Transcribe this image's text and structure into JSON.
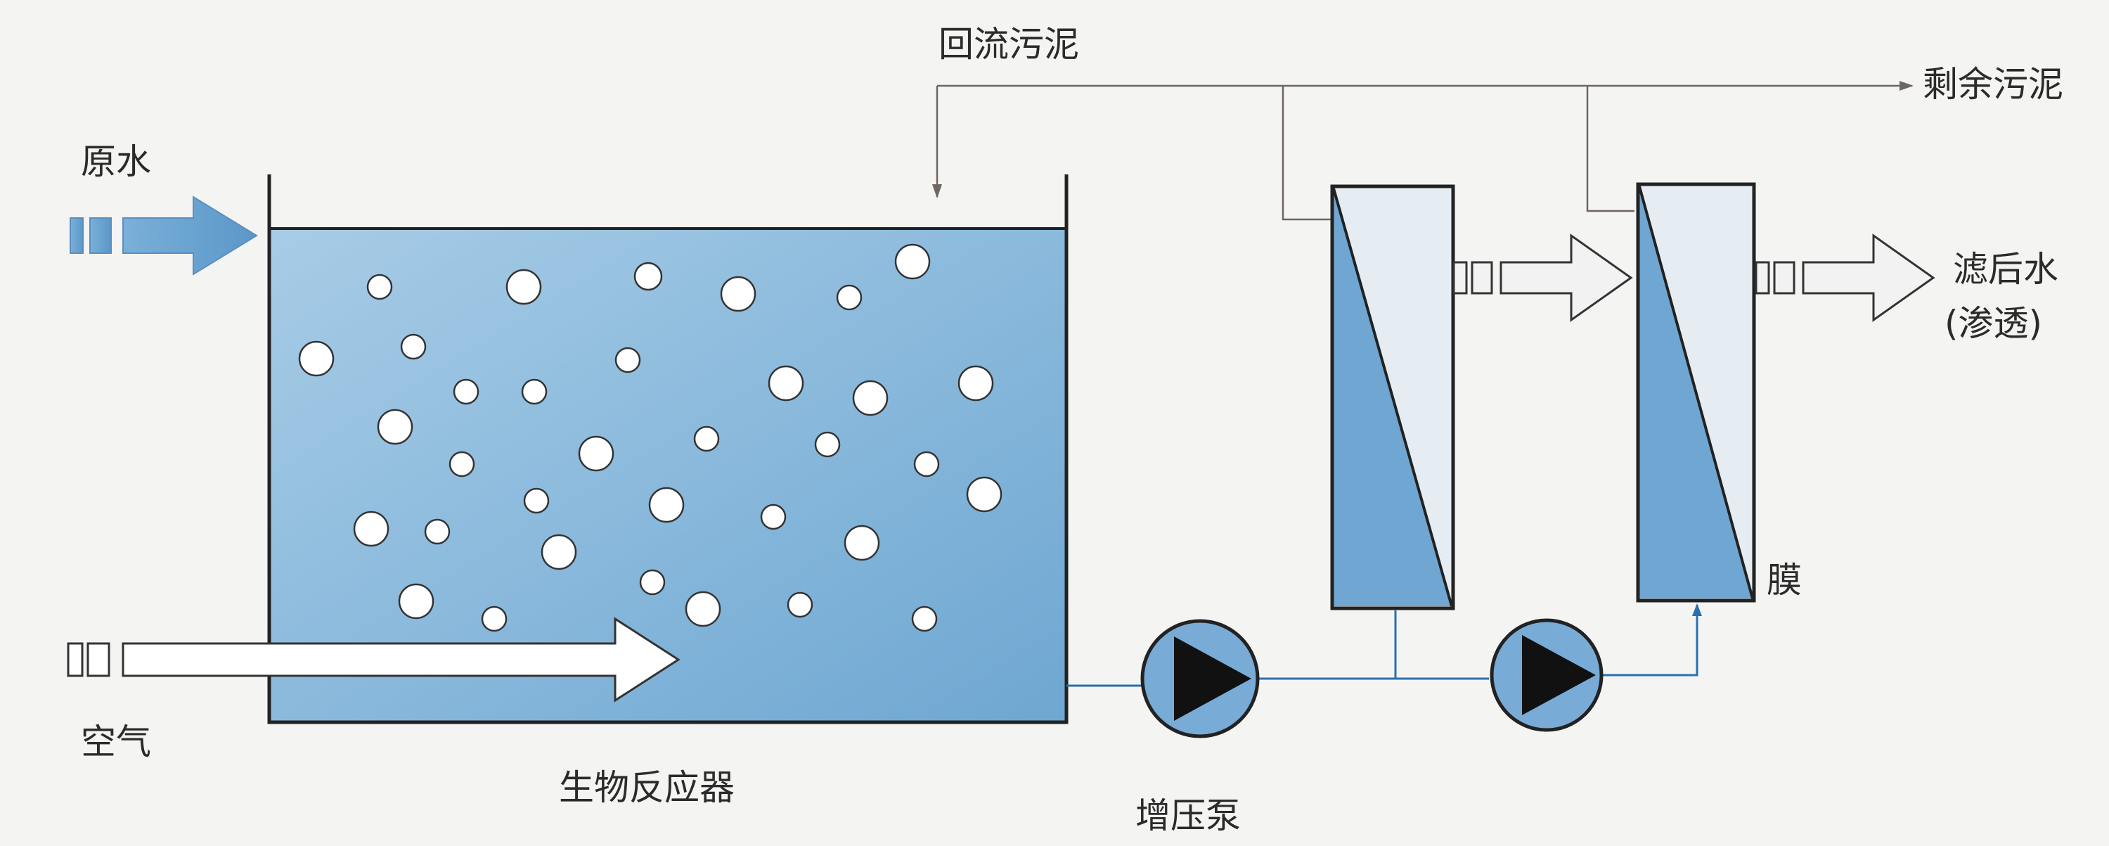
{
  "labels": {
    "raw_water": "原水",
    "air": "空气",
    "bioreactor": "生物反应器",
    "return_sludge": "回流污泥",
    "excess_sludge": "剩余污泥",
    "booster_pump": "增压泵",
    "membrane": "膜",
    "filtrate_line1": "滤后水",
    "filtrate_line2": "(渗透)"
  },
  "colors": {
    "water": "#7fb3d9",
    "water_light": "#a9cde8",
    "membrane_blue": "#6fa6d2",
    "membrane_light": "#e6edf2",
    "line_blue": "#2a6fb0",
    "outline": "#222222",
    "sludge_line": "#8a8078",
    "pump_fill": "#78acd6"
  },
  "icons": {
    "pump": "pump-icon",
    "bubble": "air-bubble-icon",
    "arrow": "flow-arrow-icon"
  }
}
